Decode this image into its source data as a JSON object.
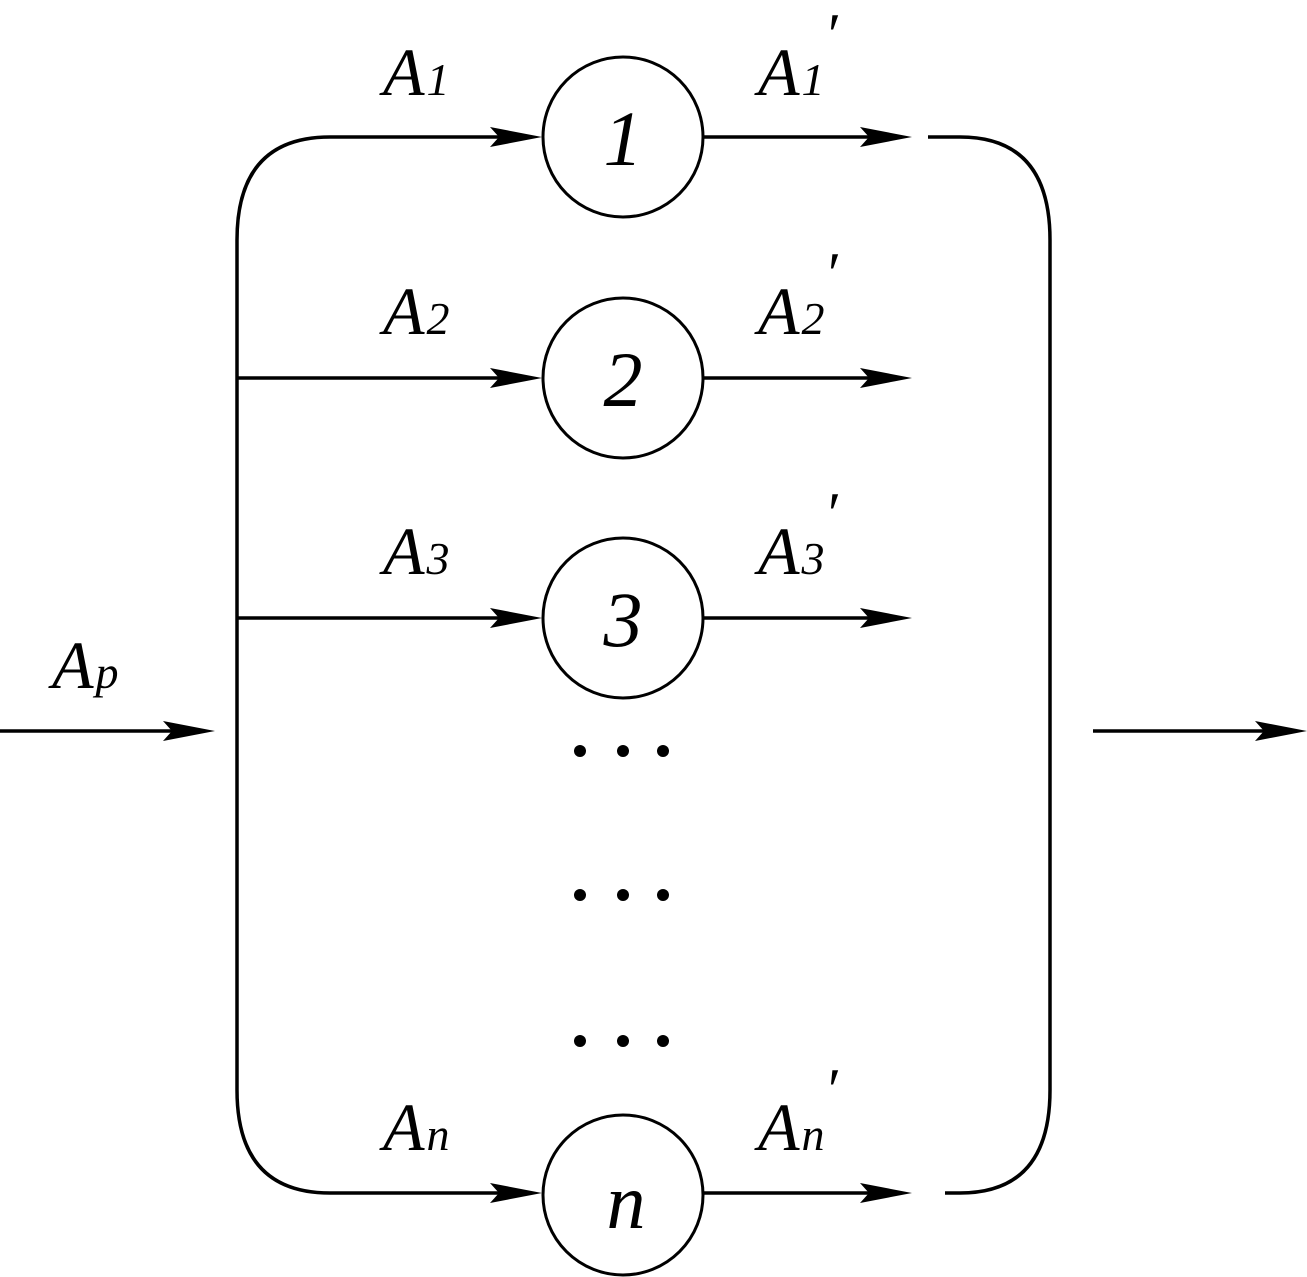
{
  "input": {
    "label": "A",
    "subscript": "p"
  },
  "nodes": [
    {
      "id": "1",
      "in_label": "A",
      "in_sub": "1",
      "out_label": "A",
      "out_sub": "1",
      "prime": "′"
    },
    {
      "id": "2",
      "in_label": "A",
      "in_sub": "2",
      "out_label": "A",
      "out_sub": "2",
      "prime": "′"
    },
    {
      "id": "3",
      "in_label": "A",
      "in_sub": "3",
      "out_label": "A",
      "out_sub": "3",
      "prime": "′"
    },
    {
      "id": "n",
      "in_label": "A",
      "in_sub": "n",
      "out_label": "A",
      "out_sub": "n",
      "prime": "′"
    }
  ],
  "ellipsis_rows": [
    "• • •",
    "• • •",
    "• • •"
  ]
}
